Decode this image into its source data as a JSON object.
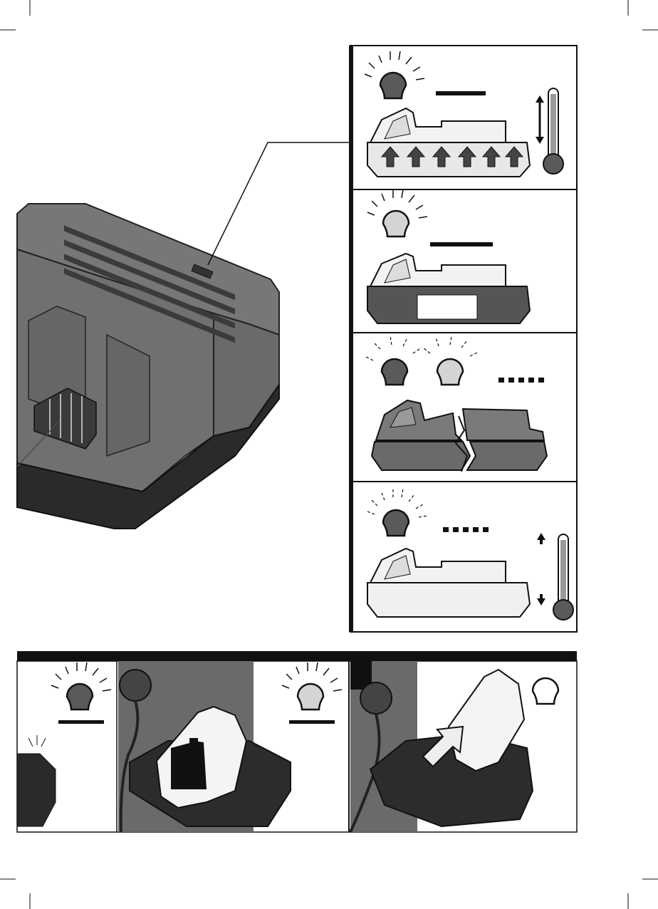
{
  "page": {
    "title": "",
    "colors": {
      "ink": "#111111",
      "charger_body": "#6b6b6b",
      "charger_dark": "#2a2a2a",
      "led_red": "#5a5a5a",
      "led_green": "#d0d0d0",
      "battery_light": "#f2f2f2",
      "battery_dark": "#555555"
    }
  },
  "charger_overview": {
    "icons": [
      "charger-icon",
      "led-indicator-icon",
      "battery-slot-icon"
    ]
  },
  "status_panels": [
    {
      "id": "charging",
      "led": "red-steady",
      "led_icon": "led-red-icon",
      "indicator": "steady-bar",
      "battery": "battery-charging-arrows-icon",
      "extra": "thermometer-range-icon"
    },
    {
      "id": "fully-charged",
      "led": "green-steady",
      "led_icon": "led-green-icon",
      "indicator": "steady-bar",
      "battery": "battery-full-icon",
      "extra": ""
    },
    {
      "id": "defective",
      "led": "red-green-alternating",
      "led_icon": "led-red-green-icon",
      "indicator": "dashed-bar",
      "battery": "battery-broken-icon",
      "extra": ""
    },
    {
      "id": "temperature-fault",
      "led": "red-flashing",
      "led_icon": "led-red-icon",
      "indicator": "dashed-bar",
      "battery": "battery-empty-icon",
      "extra": "thermometer-high-low-icon"
    }
  ],
  "bottom_steps": [
    {
      "id": "step-1",
      "led": "red-steady",
      "icon": "charger-led-red-icon"
    },
    {
      "id": "step-2",
      "led": "green-steady",
      "icon": "battery-removal-icon"
    },
    {
      "id": "step-3",
      "led": "off",
      "icon": "battery-insert-icon"
    }
  ]
}
